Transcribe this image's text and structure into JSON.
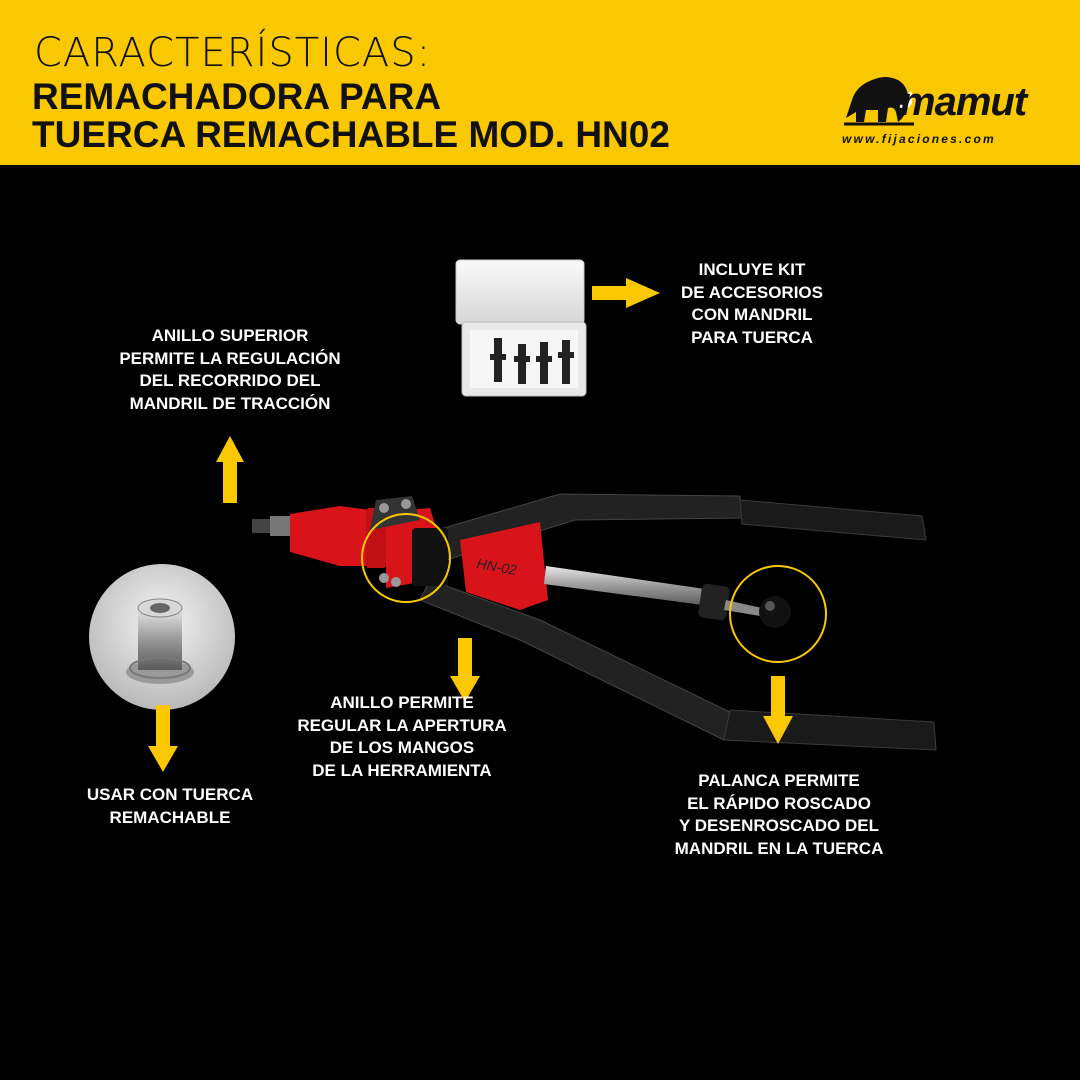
{
  "header": {
    "title_line1": "CARACTERÍSTICAS:",
    "title_line2": "REMACHADORA PARA",
    "title_line3": "TUERCA REMACHABLE MOD. HN02"
  },
  "logo": {
    "wordmark": "mamut",
    "url": "www.fijaciones.com"
  },
  "tool": {
    "model_marking": "HN-02"
  },
  "callouts": {
    "kit": [
      "INCLUYE  KIT",
      "DE ACCESORIOS",
      "CON MANDRIL",
      "PARA TUERCA"
    ],
    "top_ring": [
      "ANILLO SUPERIOR",
      "PERMITE LA REGULACIÓN",
      "DEL RECORRIDO DEL",
      "MANDRIL DE TRACCIÓN"
    ],
    "handle_ring": [
      "ANILLO PERMITE",
      "REGULAR LA APERTURA",
      "DE LOS MANGOS",
      "DE LA HERRAMIENTA"
    ],
    "nut": [
      "USAR CON TUERCA",
      "REMACHABLE"
    ],
    "lever": [
      "PALANCA PERMITE",
      "EL RÁPIDO ROSCADO",
      "Y DESENROSCADO DEL",
      "MANDRIL EN LA TUERCA"
    ]
  },
  "colors": {
    "header_bg": "#f9c800",
    "arrow": "#f9c800",
    "page_bg": "#000000",
    "tool_head": "#d8141a"
  }
}
